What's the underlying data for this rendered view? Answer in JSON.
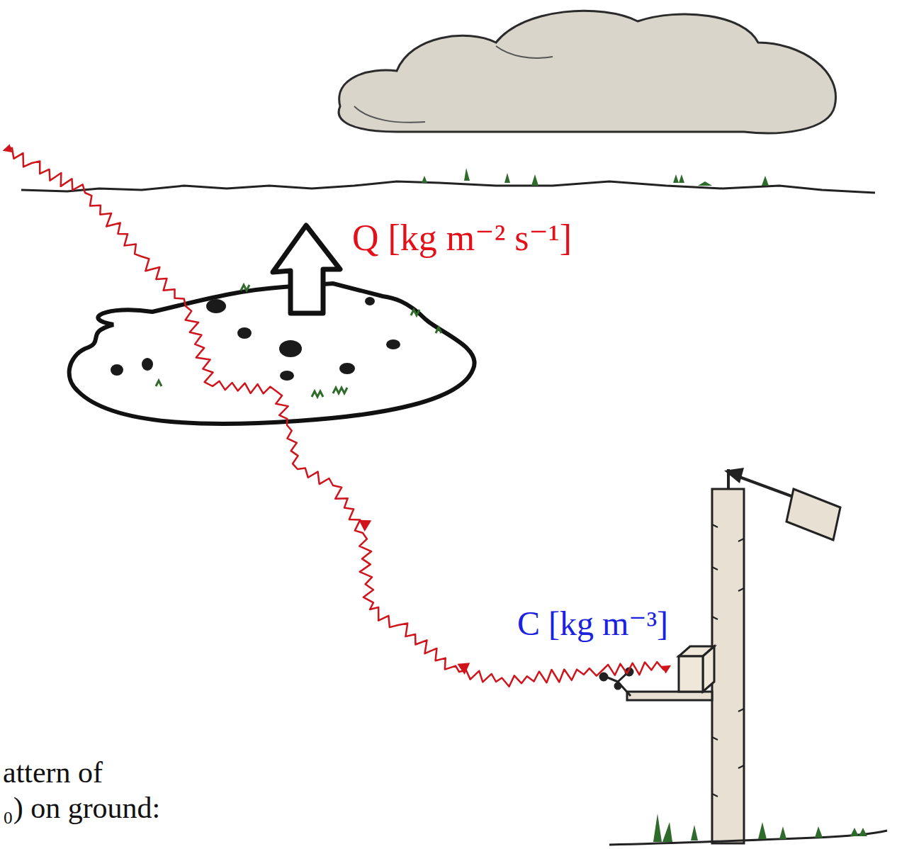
{
  "diagram": {
    "labels": [
      "Q [kg m⁻² s⁻¹]",
      "C [kg m⁻³]",
      "attern of",
      "₀) on ground:"
    ]
  }
}
